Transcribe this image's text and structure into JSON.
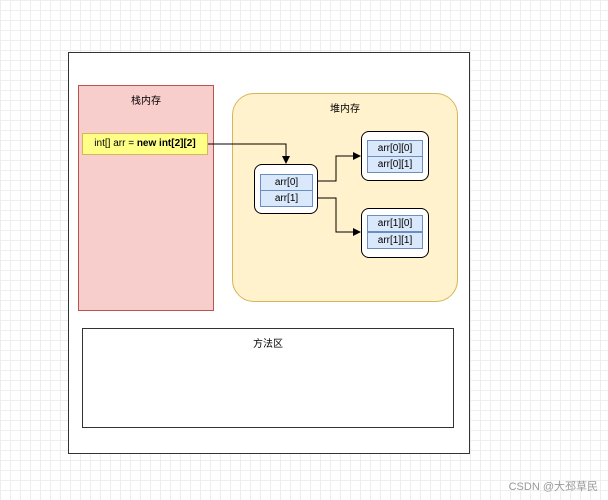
{
  "stack": {
    "title": "栈内存",
    "code_prefix": "int[] arr = ",
    "code_bold": "new int[2][2]"
  },
  "heap": {
    "title": "堆内存"
  },
  "outer_array": {
    "cells": [
      "arr[0]",
      "arr[1]"
    ]
  },
  "inner_array_0": {
    "cells": [
      "arr[0][0]",
      "arr[0][1]"
    ]
  },
  "inner_array_1": {
    "cells": [
      "arr[1][0]",
      "arr[1][1]"
    ]
  },
  "method_area": {
    "title": "方法区"
  },
  "watermark": "CSDN @大邳草民"
}
